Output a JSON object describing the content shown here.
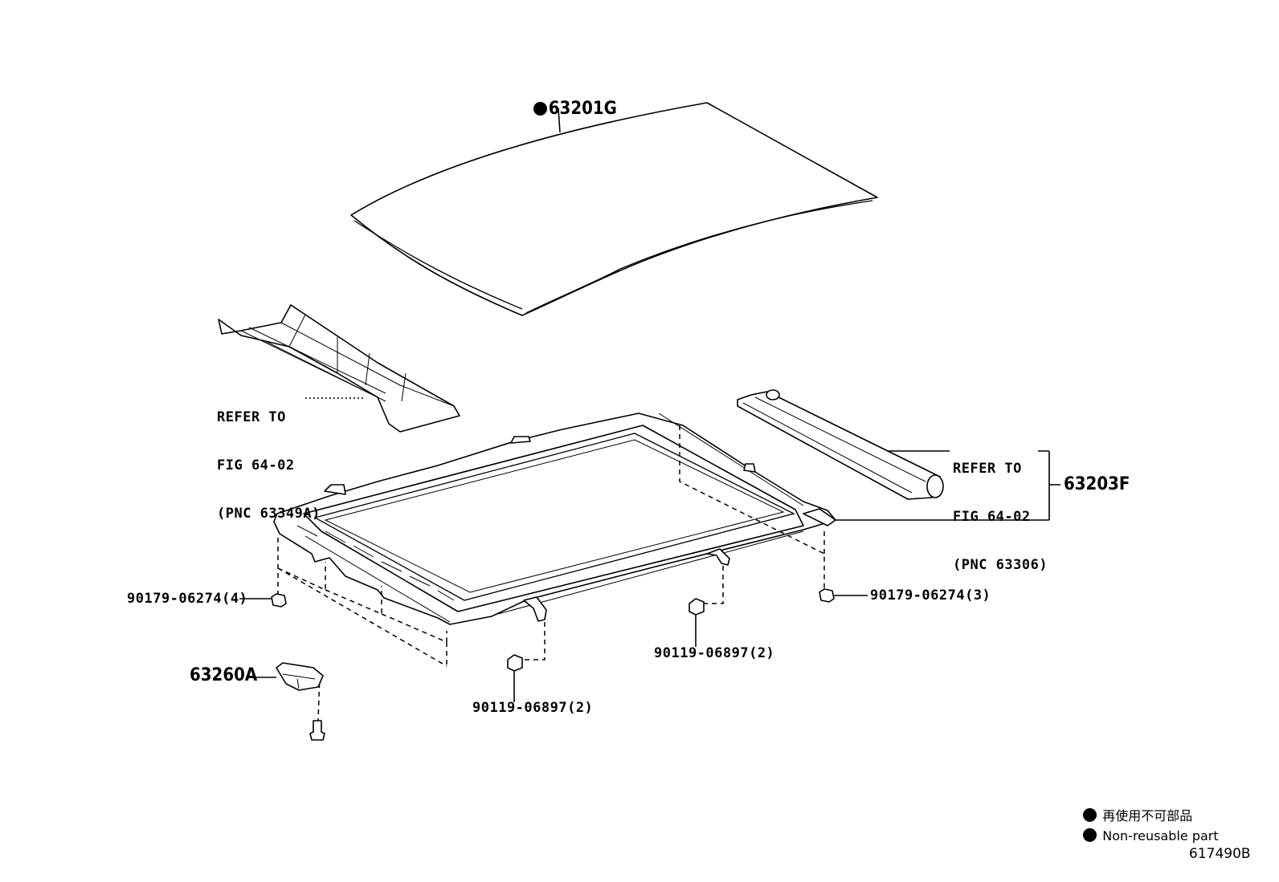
{
  "callouts": {
    "roof_panel": "63201G",
    "refer_front": {
      "line1": "REFER TO",
      "line2": "FIG 64-02",
      "line3": "(PNC 63349A)"
    },
    "refer_rear": {
      "line1": "REFER TO",
      "line2": "FIG 64-02",
      "line3": "(PNC 63306)"
    },
    "frame_assy": "63203F",
    "nut_left": "90179-06274(4)",
    "nut_right": "90179-06274(3)",
    "screw_center": "90119-06897(2)",
    "screw_right": "90119-06897(2)",
    "bracket": "63260A"
  },
  "legend": {
    "japanese": "再使用不可部品",
    "english": "Non-reusable part"
  },
  "diagram_code": "617490B",
  "icons": {
    "non_reusable_marker": "filled-circle-icon"
  }
}
